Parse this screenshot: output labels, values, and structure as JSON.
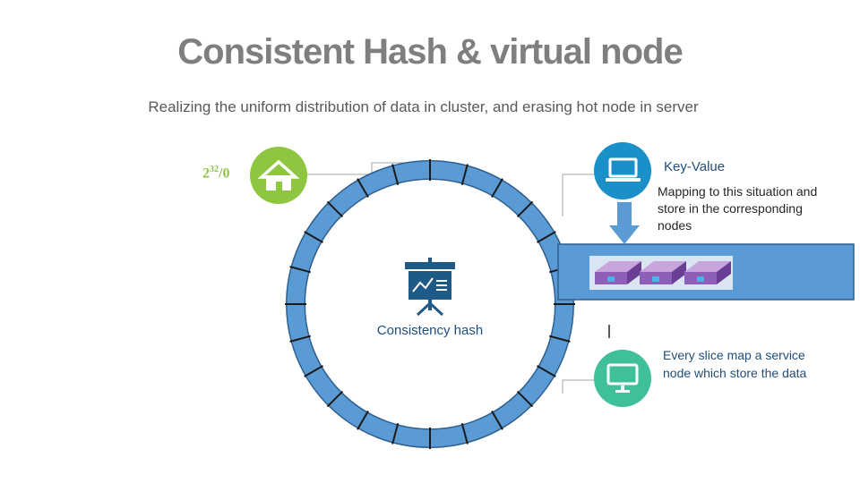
{
  "slide": {
    "title": "Consistent Hash & virtual node",
    "subtitle": "Realizing the uniform distribution of data in cluster, and erasing hot node in server"
  },
  "ring": {
    "range_base": "2",
    "range_exp": "32",
    "range_tail": "/0",
    "center_label": "Consistency hash"
  },
  "key_value": {
    "title": "Key-Value",
    "description": "Mapping to this situation and store in the corresponding  nodes"
  },
  "slice": {
    "description": "Every slice map a service node which store the data"
  },
  "colors": {
    "ring_fill": "#5b9bd5",
    "ring_stroke": "#2e5f8f",
    "home_icon": "#8ec63f",
    "laptop_icon": "#1b8fc7",
    "monitor_icon": "#3fbf9a",
    "presentation_icon": "#1f5a86",
    "server_bar": "#5b9bd5"
  }
}
